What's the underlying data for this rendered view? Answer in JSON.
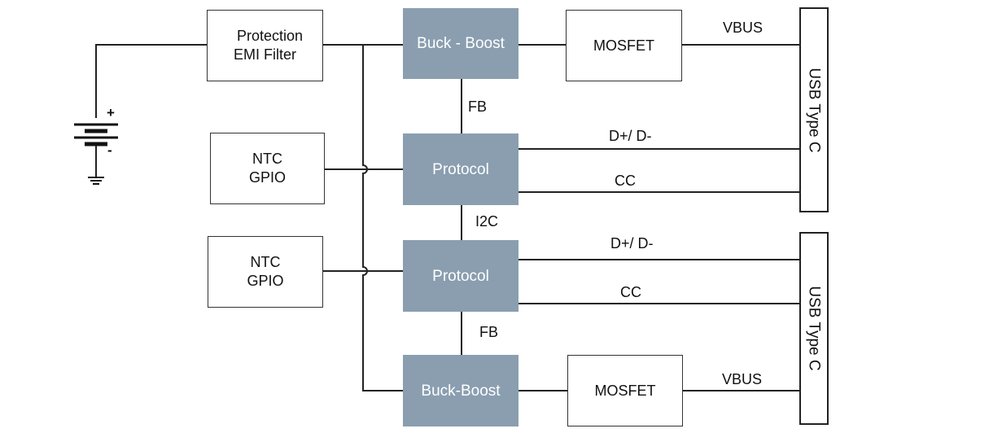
{
  "battery": {
    "plus": "+",
    "minus": "-"
  },
  "filter": {
    "line1": "Protection",
    "line2": "EMI Filter"
  },
  "ntc_top": {
    "line1": "NTC",
    "line2": "GPIO"
  },
  "ntc_bottom": {
    "line1": "NTC",
    "line2": "GPIO"
  },
  "buck_boost_top": "Buck - Boost",
  "buck_boost_bottom": "Buck-Boost",
  "protocol_top": "Protocol",
  "protocol_bottom": "Protocol",
  "mosfet_top": "MOSFET",
  "mosfet_bottom": "MOSFET",
  "usb_top": "USB Type C",
  "usb_bottom": "USB Type C",
  "signals": {
    "vbus_top": "VBUS",
    "vbus_bottom": "VBUS",
    "fb_top": "FB",
    "fb_bottom": "FB",
    "i2c": "I2C",
    "dpdm_top": "D+/ D-",
    "dpdm_bottom": "D+/ D-",
    "cc_top": "CC",
    "cc_bottom": "CC"
  }
}
